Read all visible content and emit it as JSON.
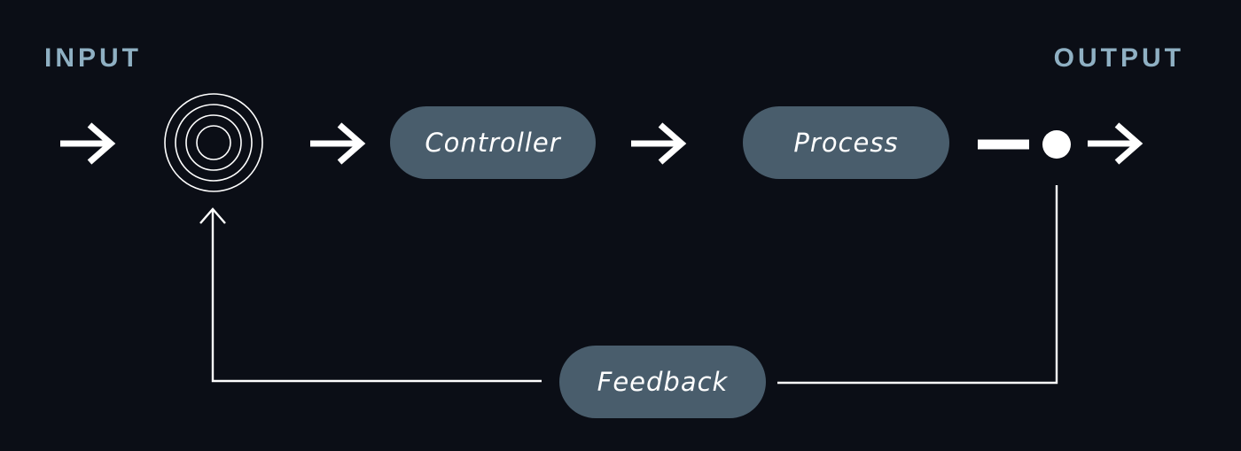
{
  "labels": {
    "input": "INPUT",
    "output": "OUTPUT"
  },
  "blocks": {
    "controller": "Controller",
    "process": "Process",
    "feedback": "Feedback"
  },
  "icons": {
    "summing_junction": "concentric-circles-icon",
    "arrow": "right-arrow-icon",
    "takeoff_point": "filled-dot-icon"
  },
  "colors": {
    "background": "#0b0e16",
    "label_text": "#8fb0c3",
    "block_fill": "#495d6c",
    "block_text": "#ffffff",
    "line": "#ffffff"
  }
}
